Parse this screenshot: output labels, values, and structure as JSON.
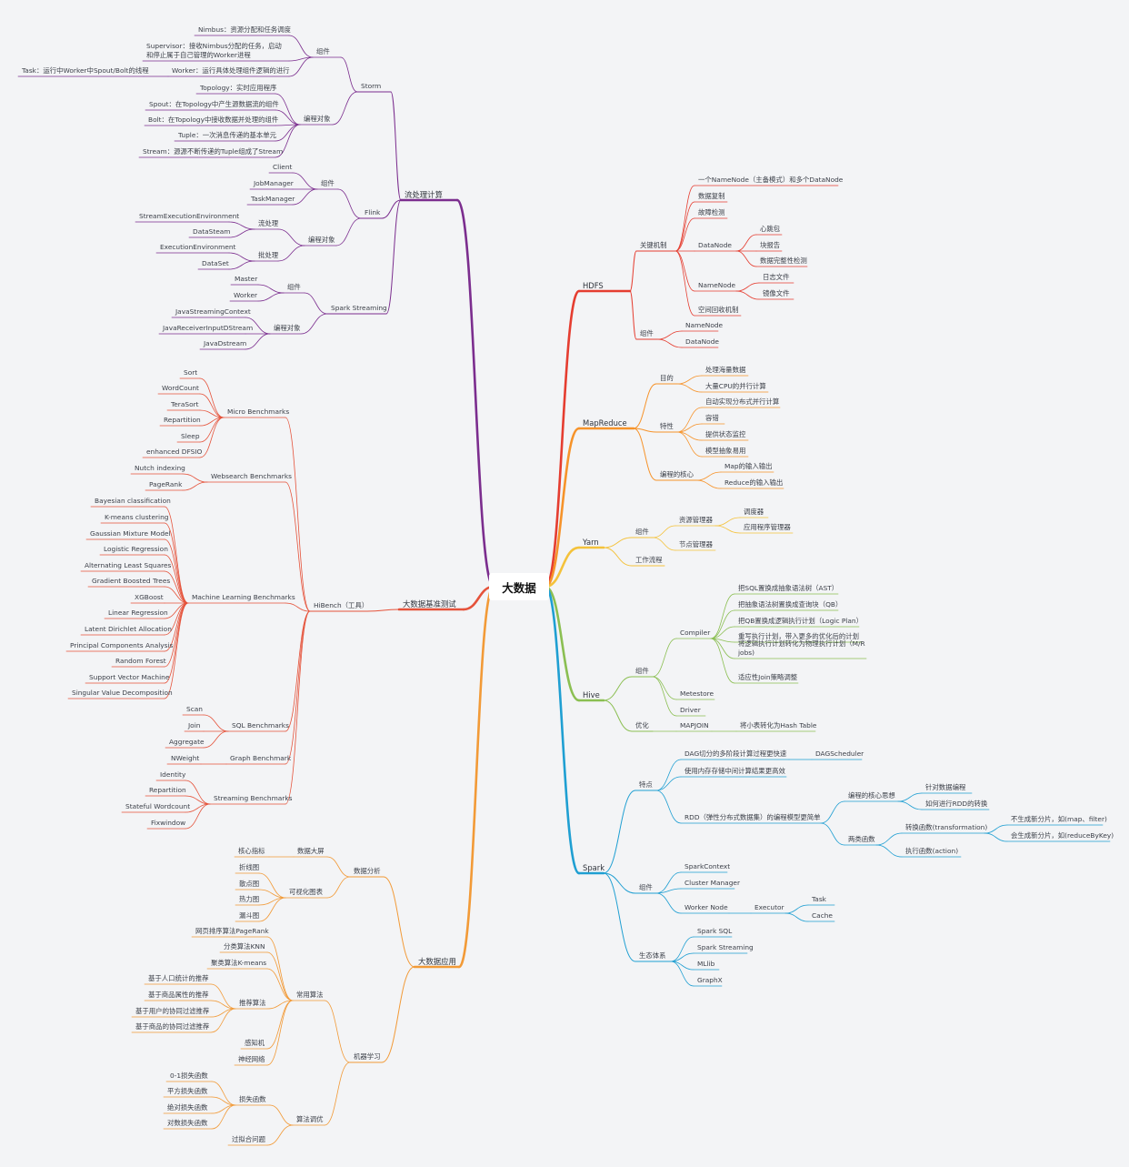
{
  "root": {
    "label": "大数据"
  },
  "colors": {
    "stream": "#7b2d8e",
    "bench": "#e5523a",
    "app": "#f29a37",
    "hdfs": "#e53d30",
    "mr": "#f6932a",
    "yarn": "#f4c23b",
    "hive": "#8bbf52",
    "spark": "#1f9fd2"
  },
  "left": [
    {
      "label": "流处理计算",
      "color": "stream",
      "children": [
        {
          "label": "Storm",
          "children": [
            {
              "label": "组件",
              "children": [
                {
                  "label": "Nimbus：资源分配和任务调度"
                },
                {
                  "label": "Supervisor：接收Nimbus分配的任务，启动和停止属于自己管理的Worker进程"
                },
                {
                  "label": "Worker：运行具体处理组件逻辑的进行",
                  "children": [
                    {
                      "label": "Task：运行中Worker中Spout/Bolt的线程"
                    }
                  ]
                }
              ]
            },
            {
              "label": "编程对象",
              "children": [
                {
                  "label": "Topology：实时应用程序"
                },
                {
                  "label": "Spout：在Topology中产生源数据流的组件"
                },
                {
                  "label": "Bolt：在Topology中接收数据并处理的组件"
                },
                {
                  "label": "Tuple：一次消息传递的基本单元"
                },
                {
                  "label": "Stream：源源不断传递的Tuple组成了Stream"
                }
              ]
            }
          ]
        },
        {
          "label": "Flink",
          "children": [
            {
              "label": "组件",
              "children": [
                {
                  "label": "Client"
                },
                {
                  "label": "JobManager"
                },
                {
                  "label": "TaskManager"
                }
              ]
            },
            {
              "label": "编程对象",
              "children": [
                {
                  "label": "流处理",
                  "children": [
                    {
                      "label": "StreamExecutionEnvironment"
                    },
                    {
                      "label": "DataSteam"
                    }
                  ]
                },
                {
                  "label": "批处理",
                  "children": [
                    {
                      "label": "ExecutionEnvironment"
                    },
                    {
                      "label": "DataSet"
                    }
                  ]
                }
              ]
            }
          ]
        },
        {
          "label": "Spark Streaming",
          "children": [
            {
              "label": "组件",
              "children": [
                {
                  "label": "Master"
                },
                {
                  "label": "Worker"
                }
              ]
            },
            {
              "label": "编程对象",
              "children": [
                {
                  "label": "JavaStreamingContext"
                },
                {
                  "label": "JavaReceiverInputDStream"
                },
                {
                  "label": "JavaDstream"
                }
              ]
            }
          ]
        }
      ]
    },
    {
      "label": "大数据基准测试",
      "color": "bench",
      "children": [
        {
          "label": "HiBench（工具）",
          "children": [
            {
              "label": "Micro Benchmarks",
              "children": [
                {
                  "label": "Sort"
                },
                {
                  "label": "WordCount"
                },
                {
                  "label": "TeraSort"
                },
                {
                  "label": "Repartition"
                },
                {
                  "label": "Sleep"
                },
                {
                  "label": "enhanced DFSIO"
                }
              ]
            },
            {
              "label": "Websearch Benchmarks",
              "children": [
                {
                  "label": "Nutch indexing"
                },
                {
                  "label": "PageRank"
                }
              ]
            },
            {
              "label": "Machine Learning Benchmarks",
              "children": [
                {
                  "label": "Bayesian classification"
                },
                {
                  "label": "K-means clustering"
                },
                {
                  "label": "Gaussian Mixture Model"
                },
                {
                  "label": "Logistic Regression"
                },
                {
                  "label": "Alternating Least Squares"
                },
                {
                  "label": "Gradient Boosted Trees"
                },
                {
                  "label": "XGBoost"
                },
                {
                  "label": "Linear Regression"
                },
                {
                  "label": "Latent Dirichlet Allocation"
                },
                {
                  "label": "Principal Components Analysis"
                },
                {
                  "label": "Random Forest"
                },
                {
                  "label": "Support Vector Machine"
                },
                {
                  "label": "Singular Value Decomposition"
                }
              ]
            },
            {
              "label": "SQL Benchmarks",
              "children": [
                {
                  "label": "Scan"
                },
                {
                  "label": "Join"
                },
                {
                  "label": "Aggregate"
                }
              ]
            },
            {
              "label": "Graph Benchmark",
              "children": [
                {
                  "label": "NWeight"
                }
              ]
            },
            {
              "label": "Streaming Benchmarks",
              "children": [
                {
                  "label": "Identity"
                },
                {
                  "label": "Repartition"
                },
                {
                  "label": "Stateful Wordcount"
                },
                {
                  "label": "Fixwindow"
                }
              ]
            }
          ]
        }
      ]
    },
    {
      "label": "大数据应用",
      "color": "app",
      "children": [
        {
          "label": "数据分析",
          "children": [
            {
              "label": "数据大屏",
              "children": [
                {
                  "label": "核心指标"
                }
              ]
            },
            {
              "label": "可视化图表",
              "children": [
                {
                  "label": "折线图"
                },
                {
                  "label": "散点图"
                },
                {
                  "label": "热力图"
                },
                {
                  "label": "漏斗图"
                }
              ]
            }
          ]
        },
        {
          "label": "机器学习",
          "children": [
            {
              "label": "常用算法",
              "children": [
                {
                  "label": "网页排序算法PageRank"
                },
                {
                  "label": "分类算法KNN"
                },
                {
                  "label": "聚类算法K-means"
                },
                {
                  "label": "推荐算法",
                  "children": [
                    {
                      "label": "基于人口统计的推荐"
                    },
                    {
                      "label": "基于商品属性的推荐"
                    },
                    {
                      "label": "基于用户的协同过滤推荐"
                    },
                    {
                      "label": "基于商品的协同过滤推荐"
                    }
                  ]
                },
                {
                  "label": "感知机"
                },
                {
                  "label": "神经网络"
                }
              ]
            },
            {
              "label": "算法调优",
              "children": [
                {
                  "label": "损失函数",
                  "children": [
                    {
                      "label": "0-1损失函数"
                    },
                    {
                      "label": "平方损失函数"
                    },
                    {
                      "label": "绝对损失函数"
                    },
                    {
                      "label": "对数损失函数"
                    }
                  ]
                },
                {
                  "label": "过拟合问题"
                }
              ]
            }
          ]
        }
      ]
    }
  ],
  "right": [
    {
      "label": "HDFS",
      "color": "hdfs",
      "children": [
        {
          "label": "关键机制",
          "children": [
            {
              "label": "一个NameNode（主备模式）和多个DataNode"
            },
            {
              "label": "数据复制"
            },
            {
              "label": "故障检测"
            },
            {
              "label": "DataNode",
              "children": [
                {
                  "label": "心跳包"
                },
                {
                  "label": "块报告"
                },
                {
                  "label": "数据完整性检测"
                }
              ]
            },
            {
              "label": "NameNode",
              "children": [
                {
                  "label": "日志文件"
                },
                {
                  "label": "镜像文件"
                }
              ]
            },
            {
              "label": "空间回收机制"
            }
          ]
        },
        {
          "label": "组件",
          "children": [
            {
              "label": "NameNode"
            },
            {
              "label": "DataNode"
            }
          ]
        }
      ]
    },
    {
      "label": "MapReduce",
      "color": "mr",
      "children": [
        {
          "label": "目的",
          "children": [
            {
              "label": "处理海量数据"
            },
            {
              "label": "大量CPU的并行计算"
            }
          ]
        },
        {
          "label": "特性",
          "children": [
            {
              "label": "自动实现分布式并行计算"
            },
            {
              "label": "容错"
            },
            {
              "label": "提供状态监控"
            },
            {
              "label": "模型抽象易用"
            }
          ]
        },
        {
          "label": "编程的核心",
          "children": [
            {
              "label": "Map的输入输出"
            },
            {
              "label": "Reduce的输入输出"
            }
          ]
        }
      ]
    },
    {
      "label": "Yarn",
      "color": "yarn",
      "children": [
        {
          "label": "组件",
          "children": [
            {
              "label": "资源管理器",
              "children": [
                {
                  "label": "调度器"
                },
                {
                  "label": "应用程序管理器"
                }
              ]
            },
            {
              "label": "节点管理器"
            }
          ]
        },
        {
          "label": "工作流程"
        }
      ]
    },
    {
      "label": "Hive",
      "color": "hive",
      "children": [
        {
          "label": "组件",
          "children": [
            {
              "label": "Compiler",
              "children": [
                {
                  "label": "把SQL置换成抽象语法树（AST）"
                },
                {
                  "label": "把抽象语法树置换成查询块（QB）"
                },
                {
                  "label": "把QB置换成逻辑执行计划（Logic Plan）"
                },
                {
                  "label": "重写执行计划，带入更多的优化后的计划"
                },
                {
                  "label": "将逻辑执行计划转化为物理执行计划（M/R jobs)"
                },
                {
                  "label": "适应性Join策略调整"
                }
              ]
            },
            {
              "label": "Metestore"
            },
            {
              "label": "Driver"
            }
          ]
        },
        {
          "label": "优化",
          "children": [
            {
              "label": "MAPJOIN",
              "children": [
                {
                  "label": "将小表转化为Hash Table"
                }
              ]
            }
          ]
        }
      ]
    },
    {
      "label": "Spark",
      "color": "spark",
      "children": [
        {
          "label": "特点",
          "children": [
            {
              "label": "DAG切分的多阶段计算过程更快速",
              "children": [
                {
                  "label": "DAGScheduler"
                }
              ]
            },
            {
              "label": "使用内存存储中间计算结果更高效"
            },
            {
              "label": "RDD（弹性分布式数据集）的编程模型更简单",
              "children": [
                {
                  "label": "编程的核心思想",
                  "children": [
                    {
                      "label": "针对数据编程"
                    },
                    {
                      "label": "如何进行RDD的转换"
                    }
                  ]
                },
                {
                  "label": "两类函数",
                  "children": [
                    {
                      "label": "转换函数(transformation)",
                      "children": [
                        {
                          "label": "不生成新分片，如(map、filter)"
                        },
                        {
                          "label": "会生成新分片，如(reduceByKey)"
                        }
                      ]
                    },
                    {
                      "label": "执行函数(action)"
                    }
                  ]
                }
              ]
            }
          ]
        },
        {
          "label": "组件",
          "children": [
            {
              "label": "SparkContext"
            },
            {
              "label": "Cluster Manager"
            },
            {
              "label": "Worker Node",
              "children": [
                {
                  "label": "Executor",
                  "children": [
                    {
                      "label": "Task"
                    },
                    {
                      "label": "Cache"
                    }
                  ]
                }
              ]
            }
          ]
        },
        {
          "label": "生态体系",
          "children": [
            {
              "label": "Spark SQL"
            },
            {
              "label": "Spark Streaming"
            },
            {
              "label": "MLlib"
            },
            {
              "label": "GraphX"
            }
          ]
        }
      ]
    }
  ]
}
